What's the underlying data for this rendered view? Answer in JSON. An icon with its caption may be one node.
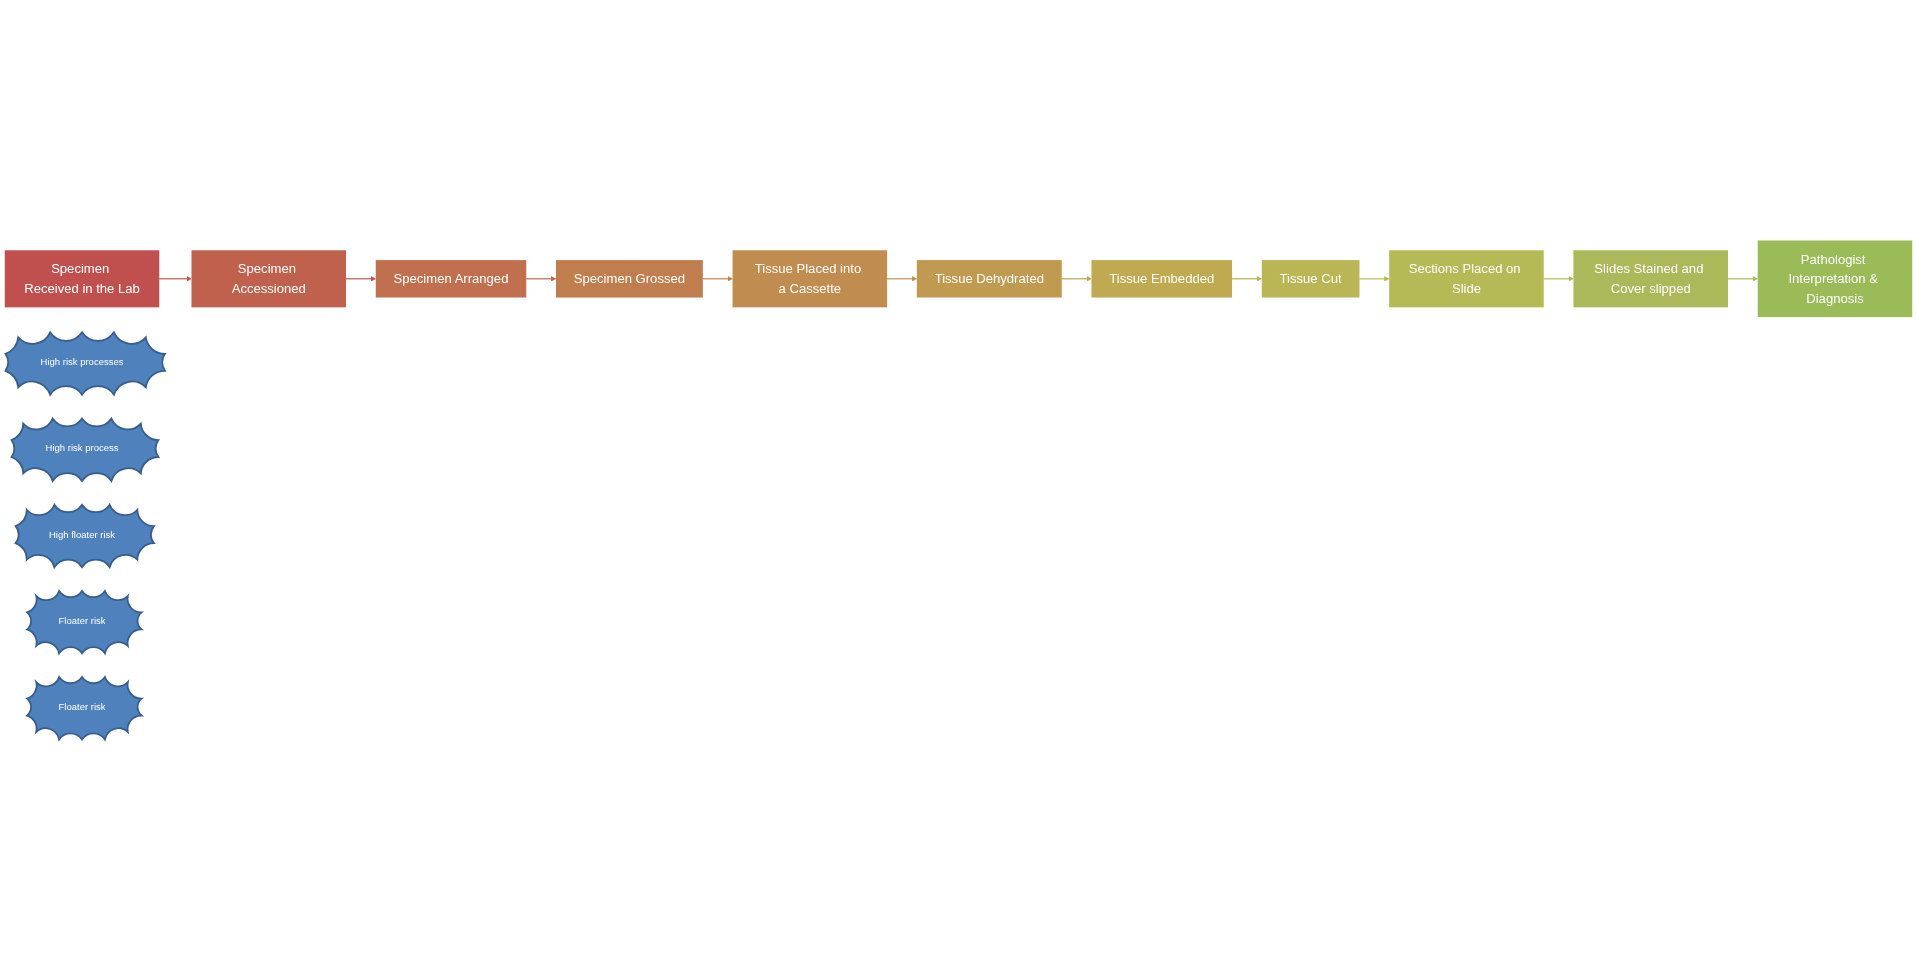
{
  "diagram": {
    "nodes": [
      {
        "text": [
          "Specimen Received in the Lab"
        ]
      },
      {
        "text": [
          "Specimen Accessioned"
        ]
      },
      {
        "text": [
          "High risk processes"
        ]
      },
      {
        "text": [
          "Specimen Arranged"
        ]
      },
      {
        "text": [
          "High risk process"
        ]
      },
      {
        "text": [
          "Specimen Grossed"
        ]
      },
      {
        "text": [
          "High floater risk"
        ]
      },
      {
        "text": [
          "Floater risk"
        ]
      },
      {
        "text": [
          "Tissue Placed into a Cassette"
        ]
      },
      {
        "text": [
          "Tissue Dehydrated"
        ]
      },
      {
        "text": [
          "Tissue Embedded"
        ]
      },
      {
        "text": [
          "Tissue Cut"
        ]
      },
      {
        "text": [
          "Floater risk"
        ]
      },
      {
        "text": [
          "Sections Placed on Slide"
        ]
      },
      {
        "text": [
          "Slides Stained and Cover slipped"
        ]
      },
      {
        "text": [
          "Pathologist Interpretation & Diagnosis"
        ]
      }
    ],
    "edges": [
      {
        "from": 0,
        "to": 1,
        "arrow": "to",
        "color": "#c0504d"
      },
      {
        "from": 1,
        "to": 3,
        "arrow": "to",
        "color": "#c0504d"
      },
      {
        "from": 3,
        "to": 5,
        "arrow": "to",
        "color": "#c0654d"
      },
      {
        "from": 5,
        "to": 8,
        "arrow": "to",
        "color": "#c0804d"
      },
      {
        "from": 8,
        "to": 9,
        "arrow": "to",
        "color": "#c09050"
      },
      {
        "from": 9,
        "to": 10,
        "arrow": "to",
        "color": "#c0a050"
      },
      {
        "from": 10,
        "to": 11,
        "arrow": "to",
        "color": "#b8b050"
      },
      {
        "from": 11,
        "to": 13,
        "arrow": "to",
        "color": "#b5b855"
      },
      {
        "from": 13,
        "to": 14,
        "arrow": "to",
        "color": "#b0bb55"
      },
      {
        "from": 14,
        "to": 15,
        "arrow": "to",
        "color": "#a8bb55"
      }
    ]
  }
}
